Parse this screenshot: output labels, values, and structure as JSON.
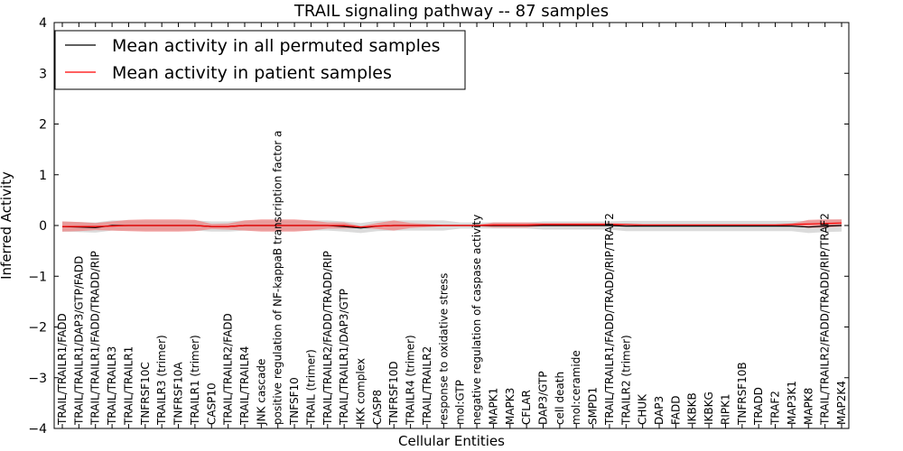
{
  "chart_data": {
    "type": "line",
    "title": "TRAIL signaling pathway -- 87 samples",
    "xlabel": "Cellular Entities",
    "ylabel": "Inferred Activity",
    "ylim": [
      -4,
      4
    ],
    "yticks": [
      "4",
      "3",
      "2",
      "1",
      "0",
      "−1",
      "−2",
      "−3",
      "−4"
    ],
    "ytick_values": [
      4,
      3,
      2,
      1,
      0,
      -1,
      -2,
      -3,
      -4
    ],
    "grid": false,
    "legend_position": "top-left",
    "categories": [
      "TRAIL/TRAILR1/FADD",
      "TRAIL/TRAILR1/DAP3/GTP/FADD",
      "TRAIL/TRAILR1/FADD/TRADD/RIP",
      "TRAIL/TRAILR3",
      "TRAIL/TRAILR1",
      "TNFRSF10C",
      "TRAILR3 (trimer)",
      "TNFRSF10A",
      "TRAILR1 (trimer)",
      "CASP10",
      "TRAIL/TRAILR2/FADD",
      "TRAIL/TRAILR4",
      "JNK cascade",
      "positive regulation of NF-kappaB transcription factor a",
      "TNFSF10",
      "TRAIL (trimer)",
      "TRAIL/TRAILR2/FADD/TRADD/RIP",
      "TRAIL/TRAILR1/DAP3/GTP",
      "IKK complex",
      "CASP8",
      "TNFRSF10D",
      "TRAILR4 (trimer)",
      "TRAIL/TRAILR2",
      "response to oxidative stress",
      "mol:GTP",
      "negative regulation of caspase activity",
      "MAPK1",
      "MAPK3",
      "CFLAR",
      "DAP3/GTP",
      "cell death",
      "mol:ceramide",
      "SMPD1",
      "TRAIL/TRAILR1/FADD/TRADD/RIP/TRAF2",
      "TRAILR2 (trimer)",
      "CHUK",
      "DAP3",
      "FADD",
      "IKBKB",
      "IKBKG",
      "RIPK1",
      "TNFRSF10B",
      "TRADD",
      "TRAF2",
      "MAP3K1",
      "MAPK8",
      "TRAIL/TRAILR2/FADD/TRADD/RIP/TRAF2",
      "MAP2K4"
    ],
    "series": [
      {
        "name": "Mean activity in all permuted samples",
        "color": "#000000",
        "values": [
          -0.02,
          -0.03,
          -0.04,
          0,
          0,
          0,
          0,
          0,
          0,
          -0.02,
          -0.02,
          0,
          0,
          0,
          0,
          0,
          0,
          -0.02,
          -0.05,
          -0.01,
          0,
          0,
          0,
          0,
          0,
          0,
          0,
          0,
          0,
          0,
          0,
          0,
          0,
          0,
          -0.01,
          -0.01,
          -0.01,
          -0.01,
          -0.01,
          -0.01,
          -0.01,
          -0.01,
          -0.01,
          -0.01,
          -0.01,
          -0.03,
          -0.01,
          0
        ],
        "band": [
          0.1,
          0.1,
          0.1,
          0.1,
          0.1,
          0.1,
          0.1,
          0.1,
          0.1,
          0.1,
          0.1,
          0.1,
          0.1,
          0.1,
          0.1,
          0.1,
          0.1,
          0.1,
          0.1,
          0.1,
          0.1,
          0.1,
          0.1,
          0.1,
          0.06,
          0.06,
          0.06,
          0.06,
          0.06,
          0.08,
          0.08,
          0.08,
          0.08,
          0.08,
          0.1,
          0.1,
          0.1,
          0.1,
          0.1,
          0.1,
          0.1,
          0.1,
          0.1,
          0.1,
          0.1,
          0.12,
          0.12,
          0.12
        ]
      },
      {
        "name": "Mean activity in patient samples",
        "color": "#ff0000",
        "band_color": "#f08080",
        "values": [
          -0.02,
          -0.02,
          -0.02,
          -0.01,
          0,
          0,
          0,
          0,
          0,
          -0.02,
          -0.02,
          0,
          0,
          0,
          0,
          0,
          0,
          0,
          -0.03,
          -0.01,
          0,
          0,
          0,
          0,
          0,
          0,
          0.01,
          0.01,
          0.01,
          0.02,
          0.02,
          0.02,
          0.02,
          0.02,
          0.02,
          0.01,
          0.01,
          0.01,
          0.01,
          0.01,
          0.01,
          0.01,
          0.01,
          0.01,
          0.02,
          0.03,
          0.04,
          0.05
        ],
        "band": [
          0.1,
          0.09,
          0.07,
          0.09,
          0.11,
          0.12,
          0.12,
          0.12,
          0.11,
          0.05,
          0.06,
          0.1,
          0.12,
          0.12,
          0.12,
          0.1,
          0.06,
          0.06,
          0.02,
          0.06,
          0.1,
          0.05,
          0.03,
          0.01,
          0.01,
          0.01,
          0.05,
          0.05,
          0.05,
          0.03,
          0.03,
          0.03,
          0.03,
          0.03,
          0.01,
          0.01,
          0.01,
          0.01,
          0.01,
          0.01,
          0.01,
          0.01,
          0.01,
          0.01,
          0.02,
          0.08,
          0.08,
          0.07
        ]
      }
    ]
  }
}
